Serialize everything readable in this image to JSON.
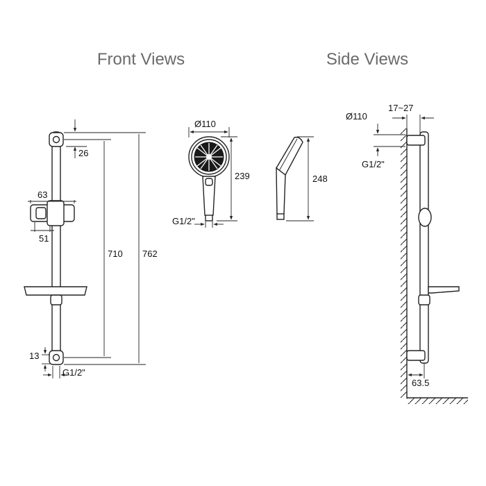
{
  "titles": {
    "front": "Front Views",
    "side": "Side Views"
  },
  "front_view": {
    "top_offset": "26",
    "holder_width": "63",
    "holder_depth": "51",
    "inner_length": "710",
    "total_length": "762",
    "bottom_offset": "13",
    "connection": "G1/2\""
  },
  "hand_shower_front": {
    "diameter": "Ø110",
    "length": "239",
    "connection": "G1/2\""
  },
  "hand_shower_side": {
    "length": "248"
  },
  "side_view": {
    "diameter": "Ø110",
    "projection": "17~27",
    "connection": "G1/2\"",
    "wall_distance": "63.5"
  }
}
